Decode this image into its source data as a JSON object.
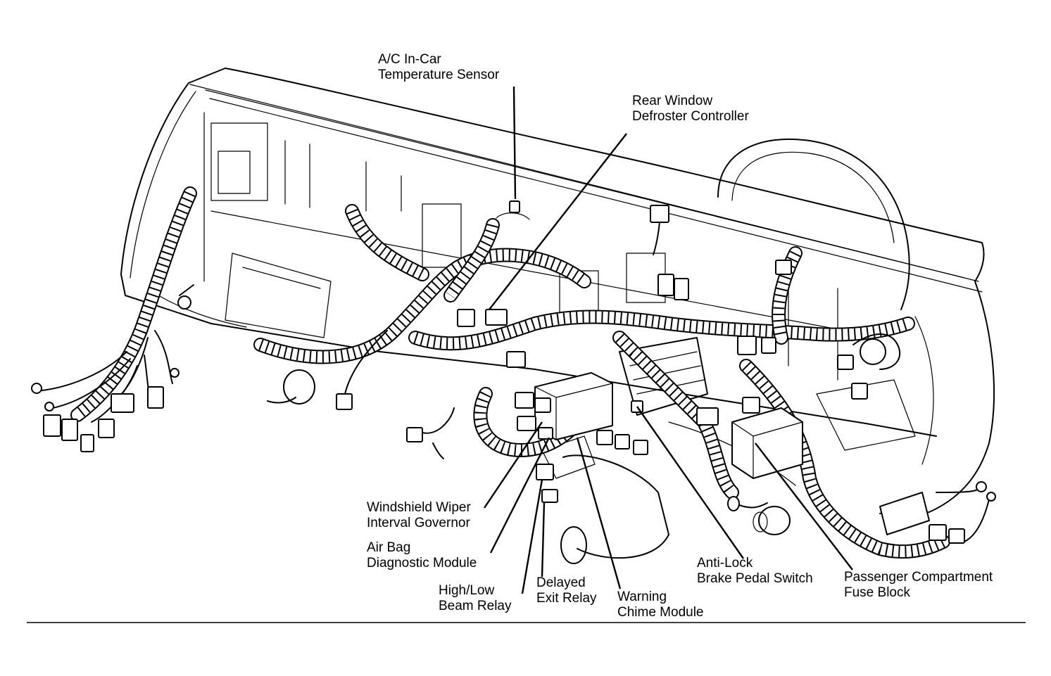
{
  "colors": {
    "ink": "#000000",
    "paper": "#ffffff"
  },
  "callouts": {
    "ac_sensor": [
      "A/C In-Car",
      "Temperature Sensor"
    ],
    "rear_defroster": [
      "Rear Window",
      "Defroster Controller"
    ],
    "wiper_governor": [
      "Windshield Wiper",
      "Interval Governor"
    ],
    "airbag_module": [
      "Air Bag",
      "Diagnostic Module"
    ],
    "beam_relay": [
      "High/Low",
      "Beam Relay"
    ],
    "exit_relay": [
      "Delayed",
      "Exit Relay"
    ],
    "chime_module": [
      "Warning",
      "Chime Module"
    ],
    "brake_switch": [
      "Anti-Lock",
      "Brake Pedal Switch"
    ],
    "fuse_block": [
      "Passenger Compartment",
      "Fuse Block"
    ]
  }
}
